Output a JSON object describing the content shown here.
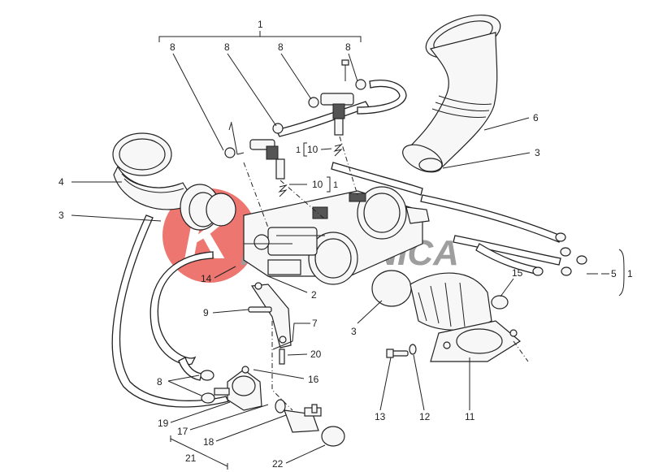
{
  "watermark": {
    "line1": "RE",
    "line2": "MECCANICA",
    "brand_color": "#e8423b"
  },
  "callouts": {
    "n1_top": "1",
    "n8_a": "8",
    "n8_b": "8",
    "n8_c": "8",
    "n8_d": "8",
    "n6": "6",
    "n3_right": "3",
    "n10_a_pre": "1",
    "n10_a": "10",
    "n10_b": "10",
    "n10_b_post": "1",
    "n4": "4",
    "n3_left": "3",
    "n14": "14",
    "n2": "2",
    "n15": "15",
    "n5": "5",
    "n1_right": "1",
    "n9": "9",
    "n7": "7",
    "n3_bottom": "3",
    "n20": "20",
    "n8_e": "8",
    "n16": "16",
    "n19": "19",
    "n17": "17",
    "n18": "18",
    "n21": "21",
    "n22": "22",
    "n13": "13",
    "n12": "12",
    "n11": "11"
  }
}
